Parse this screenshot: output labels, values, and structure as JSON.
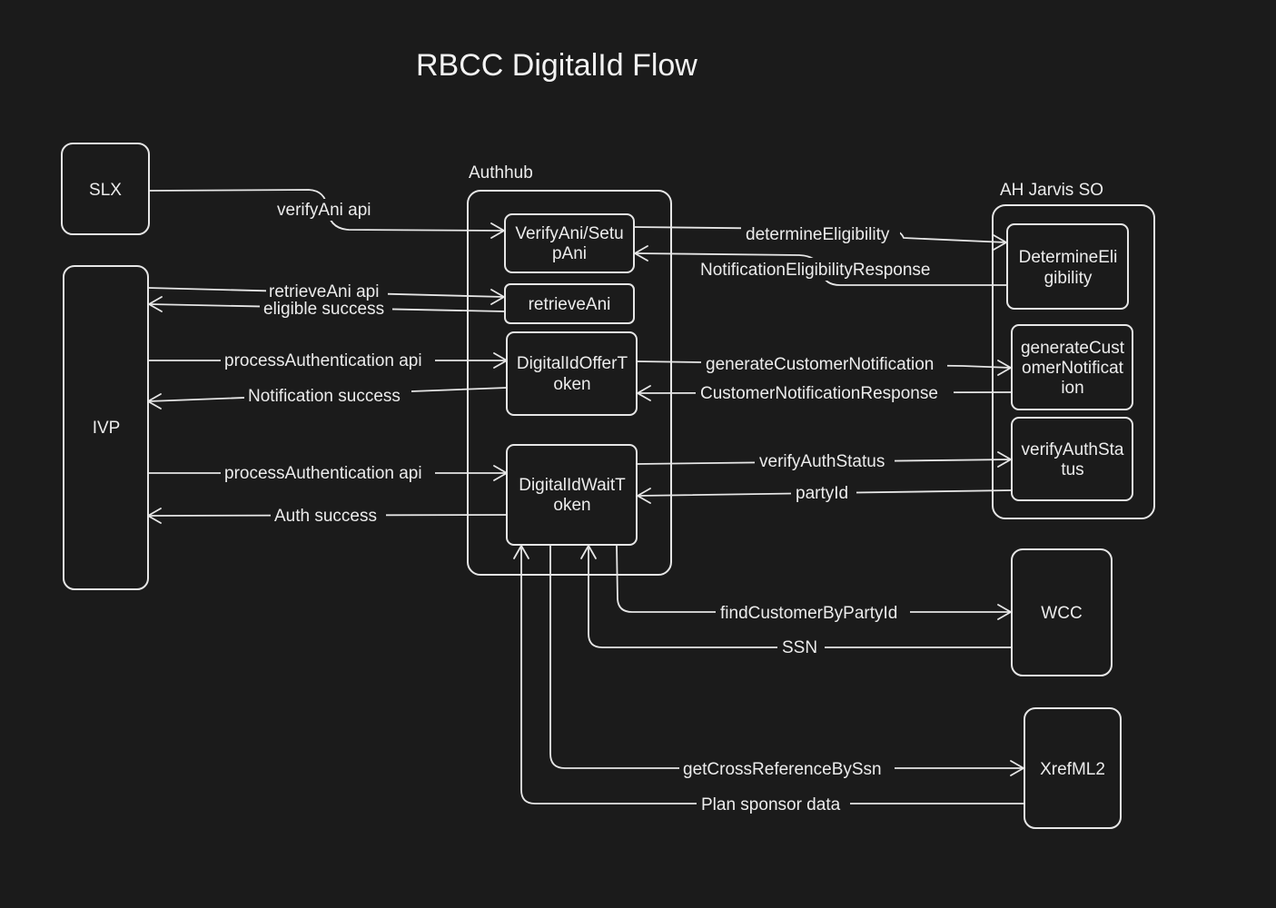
{
  "title": "RBCC DigitalId Flow",
  "groups": {
    "authhub": "Authhub",
    "jarvis": "AH Jarvis SO"
  },
  "nodes": {
    "slx": "SLX",
    "ivp": "IVP",
    "verify": [
      "VerifyAni/Setu",
      "pAni"
    ],
    "retrieve": "retrieveAni",
    "offer": [
      "DigitalIdOfferT",
      "oken"
    ],
    "wait": [
      "DigitalIdWaitT",
      "oken"
    ],
    "determine": [
      "DetermineEli",
      "gibility"
    ],
    "gennotif": [
      "generateCust",
      "omerNotificat",
      "ion"
    ],
    "verifyauth": [
      "verifyAuthSta",
      "tus"
    ],
    "wcc": "WCC",
    "xref": "XrefML2"
  },
  "edges": {
    "e1": "verifyAni api",
    "e2": "retrieveAni api",
    "e3": "eligible success",
    "e4": "processAuthentication api",
    "e5": "Notification success",
    "e6": "processAuthentication api",
    "e7": "Auth success",
    "e8": "determineEligibility",
    "e9": "NotificationEligibilityResponse",
    "e10": "generateCustomerNotification",
    "e11": "CustomerNotificationResponse",
    "e12": "verifyAuthStatus",
    "e13": "partyId",
    "e14": "findCustomerByPartyId",
    "e15": "SSN",
    "e16": "getCrossReferenceBySsn",
    "e17": "Plan sponsor data"
  }
}
